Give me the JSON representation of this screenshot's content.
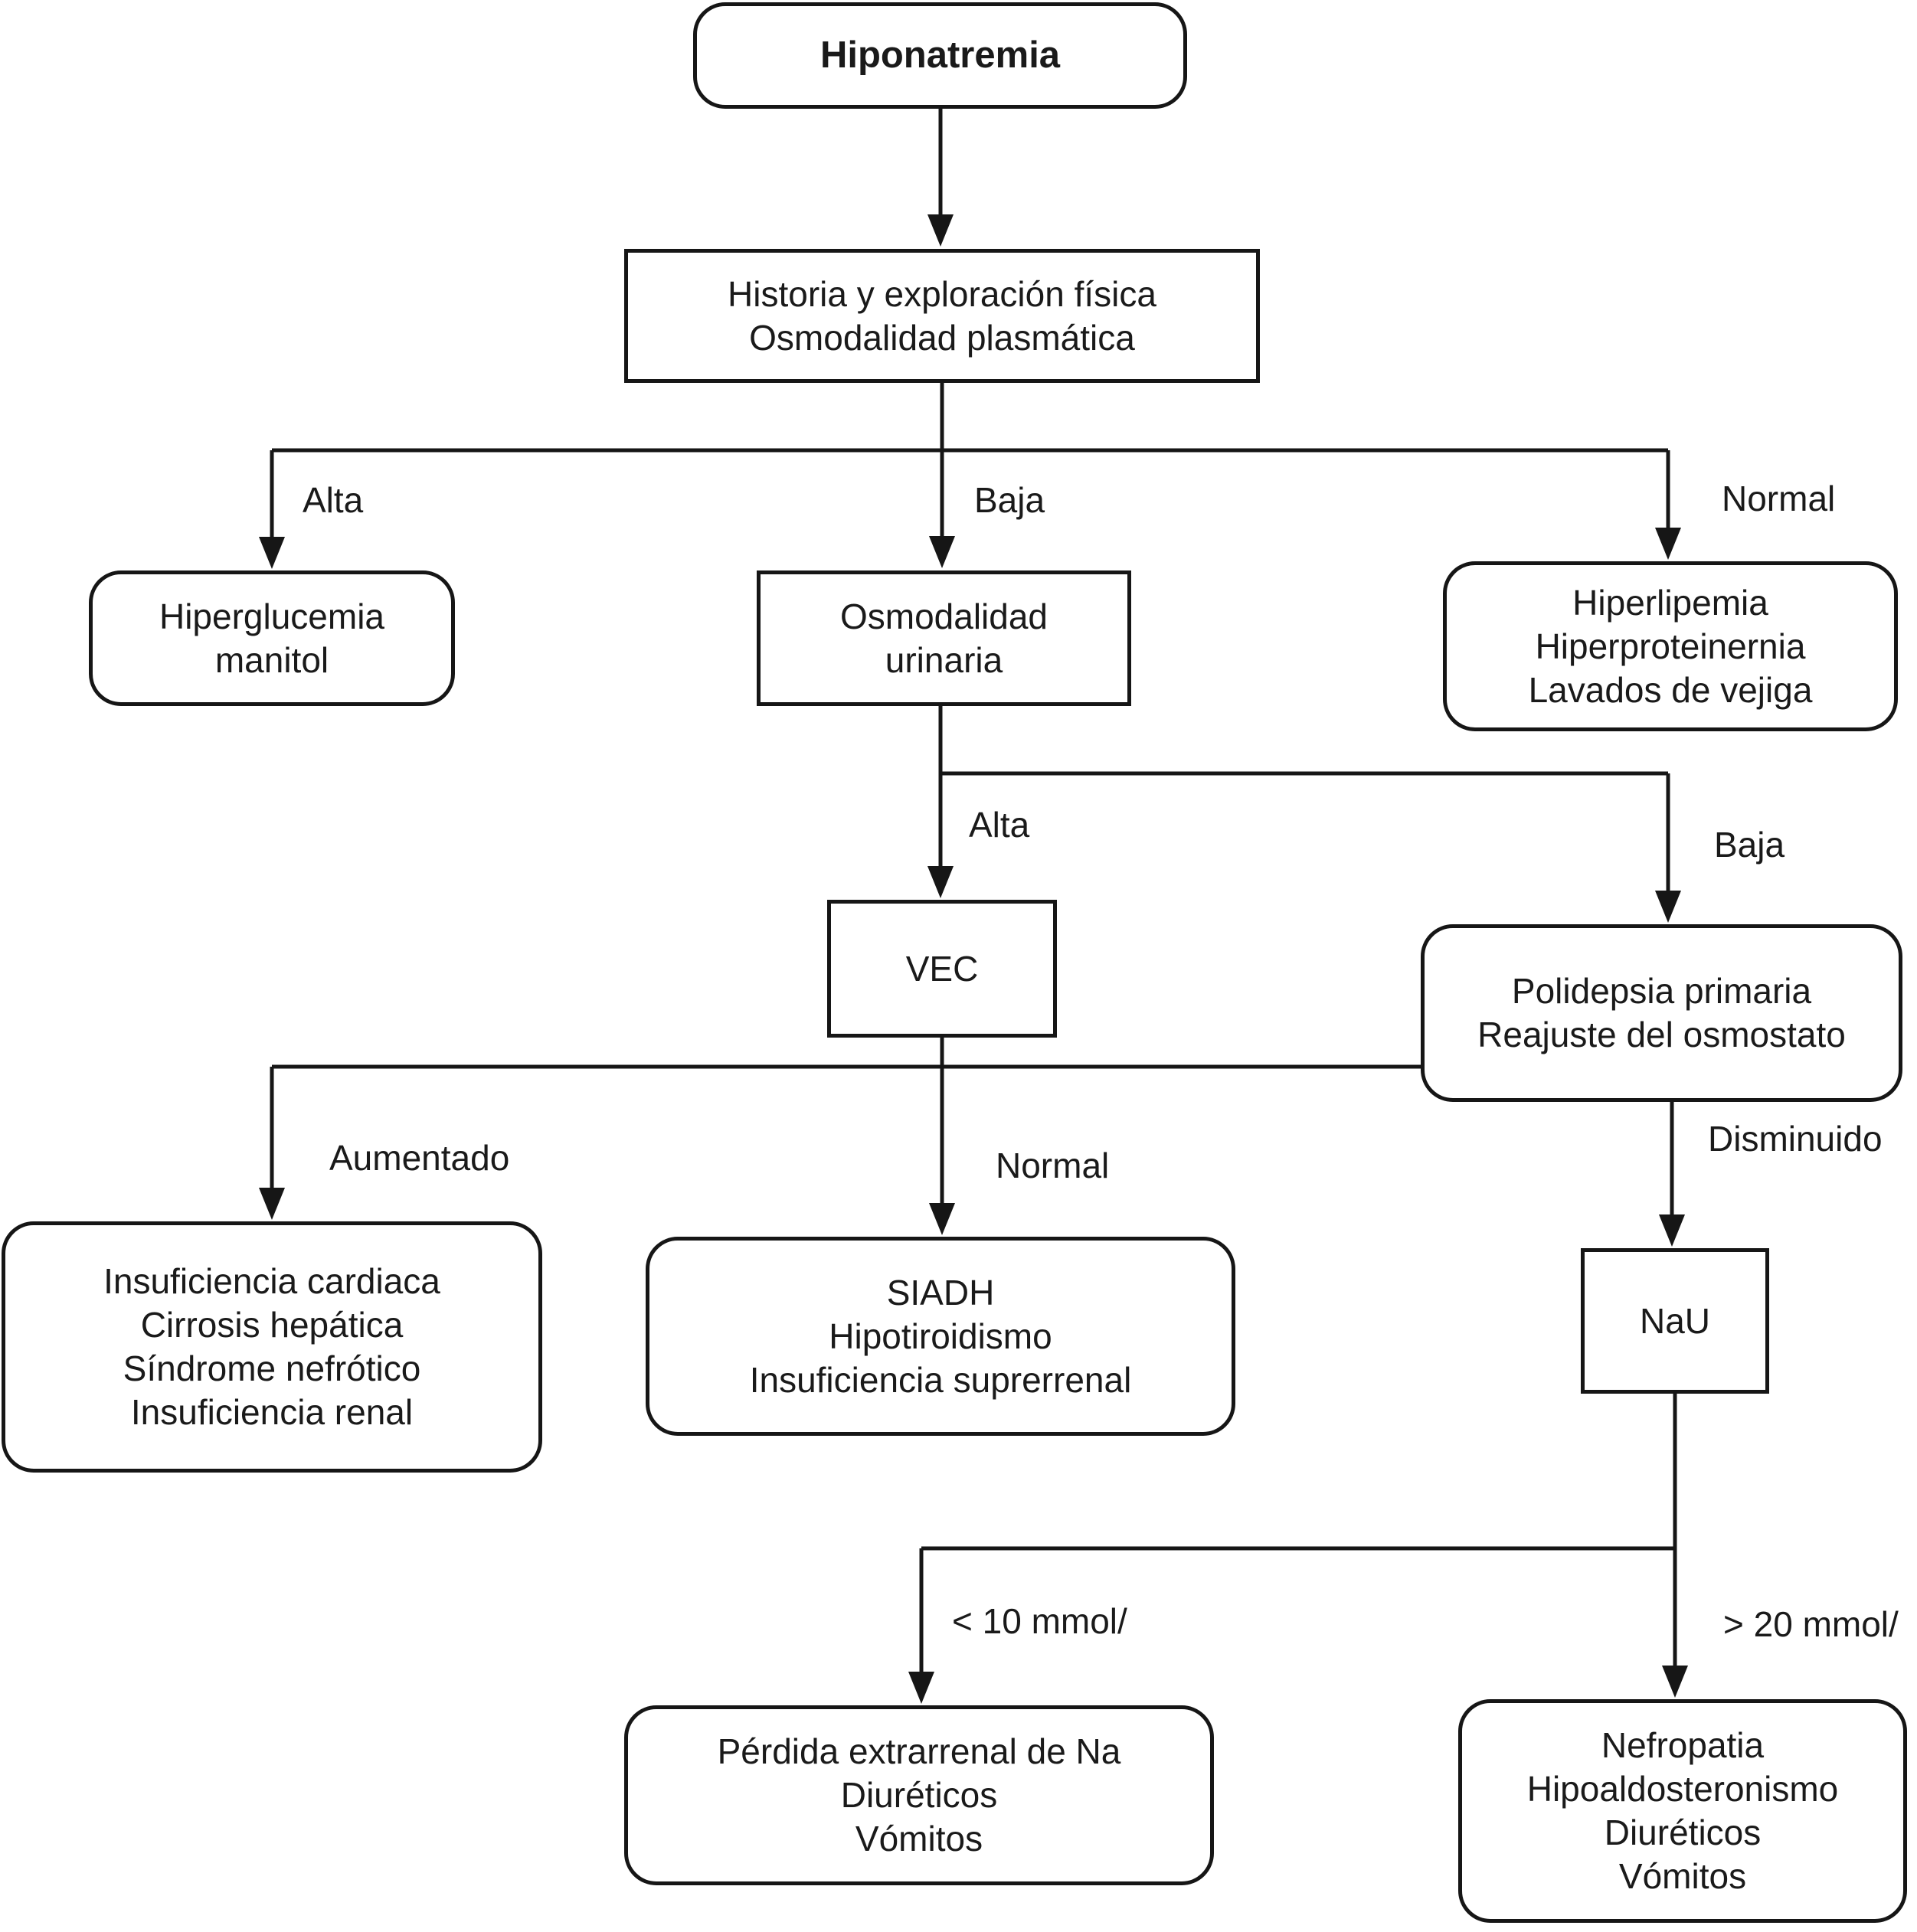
{
  "diagram": {
    "nodes": {
      "hiponatremia": {
        "lines": [
          "Hiponatremia"
        ]
      },
      "historia": {
        "lines": [
          "Historia y exploración física",
          "Osmodalidad plasmática"
        ]
      },
      "hiperglucemia": {
        "lines": [
          "Hiperglucemia",
          "manitol"
        ]
      },
      "osmodalidad": {
        "lines": [
          "Osmodalidad",
          "urinaria"
        ]
      },
      "hiperlipemia": {
        "lines": [
          "Hiperlipemia",
          "Hiperproteinernia",
          "Lavados de vejiga"
        ]
      },
      "vec": {
        "lines": [
          "VEC"
        ]
      },
      "polidepsia": {
        "lines": [
          "Polidepsia primaria",
          "Reajuste del osmostato"
        ]
      },
      "insuficiencia": {
        "lines": [
          "Insuficiencia cardiaca",
          "Cirrosis hepática",
          "Síndrome nefrótico",
          "Insuficiencia renal"
        ]
      },
      "siadh": {
        "lines": [
          "SIADH",
          "Hipotiroidismo",
          "Insuficiencia suprerrenal"
        ]
      },
      "nau": {
        "lines": [
          "NaU"
        ]
      },
      "perdida": {
        "lines": [
          "Pérdida extrarrenal de Na",
          "Diuréticos",
          "Vómitos"
        ]
      },
      "nefropatia": {
        "lines": [
          "Nefropatia",
          "Hipoaldosteronismo",
          "Diuréticos",
          "Vómitos"
        ]
      }
    },
    "edge_labels": {
      "alta_1": "Alta",
      "baja_1": "Baja",
      "normal_1": "Normal",
      "alta_2": "Alta",
      "baja_2": "Baja",
      "aumentado": "Aumentado",
      "normal_2": "Normal",
      "disminuido": "Disminuido",
      "lt10": "< 10 mmol/",
      "gt20": "> 20 mmol/"
    },
    "colors": {
      "line": "#161616",
      "text": "#1a1a1a",
      "box_fill": "#ffffff",
      "background": "#ffffff"
    }
  }
}
